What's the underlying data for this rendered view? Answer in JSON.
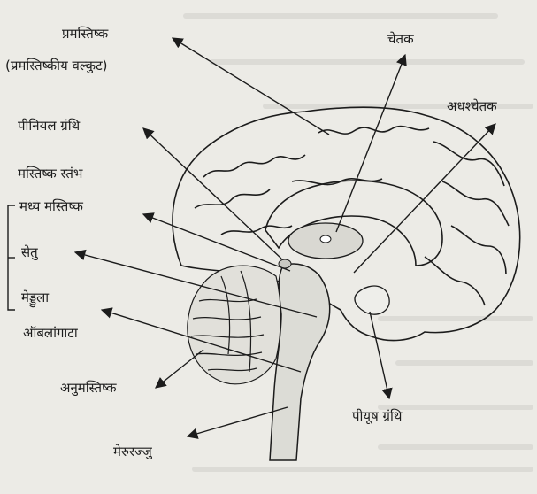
{
  "labels": {
    "cerebrum": "प्रमस्तिष्क",
    "cerebral_cortex": "(प्रमस्तिष्कीय वल्कुट)",
    "thalamus": "चेतक",
    "hypothalamus": "अधश्चेतक",
    "pineal_gland": "पीनियल ग्रंथि",
    "brain_stem": "मस्तिष्क स्तंभ",
    "midbrain": "मध्य मस्तिष्क",
    "pons": "सेतु",
    "medulla": "मेड्डुला",
    "medulla_oblongata": "ऑबलांगाटा",
    "cerebellum": "अनुमस्तिष्क",
    "pituitary_gland": "पीयूष ग्रंथि",
    "spinal_cord": "मेरुरज्जु"
  },
  "colors": {
    "background": "#ecebe6",
    "ink": "#1c1c1c"
  }
}
